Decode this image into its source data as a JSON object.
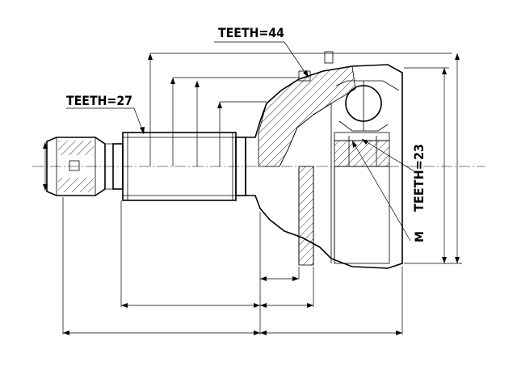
{
  "labels": {
    "teeth_top": "TEETH=44",
    "teeth_left": "TEETH=27",
    "teeth_right": "TEETH=23",
    "thread": "M"
  }
}
